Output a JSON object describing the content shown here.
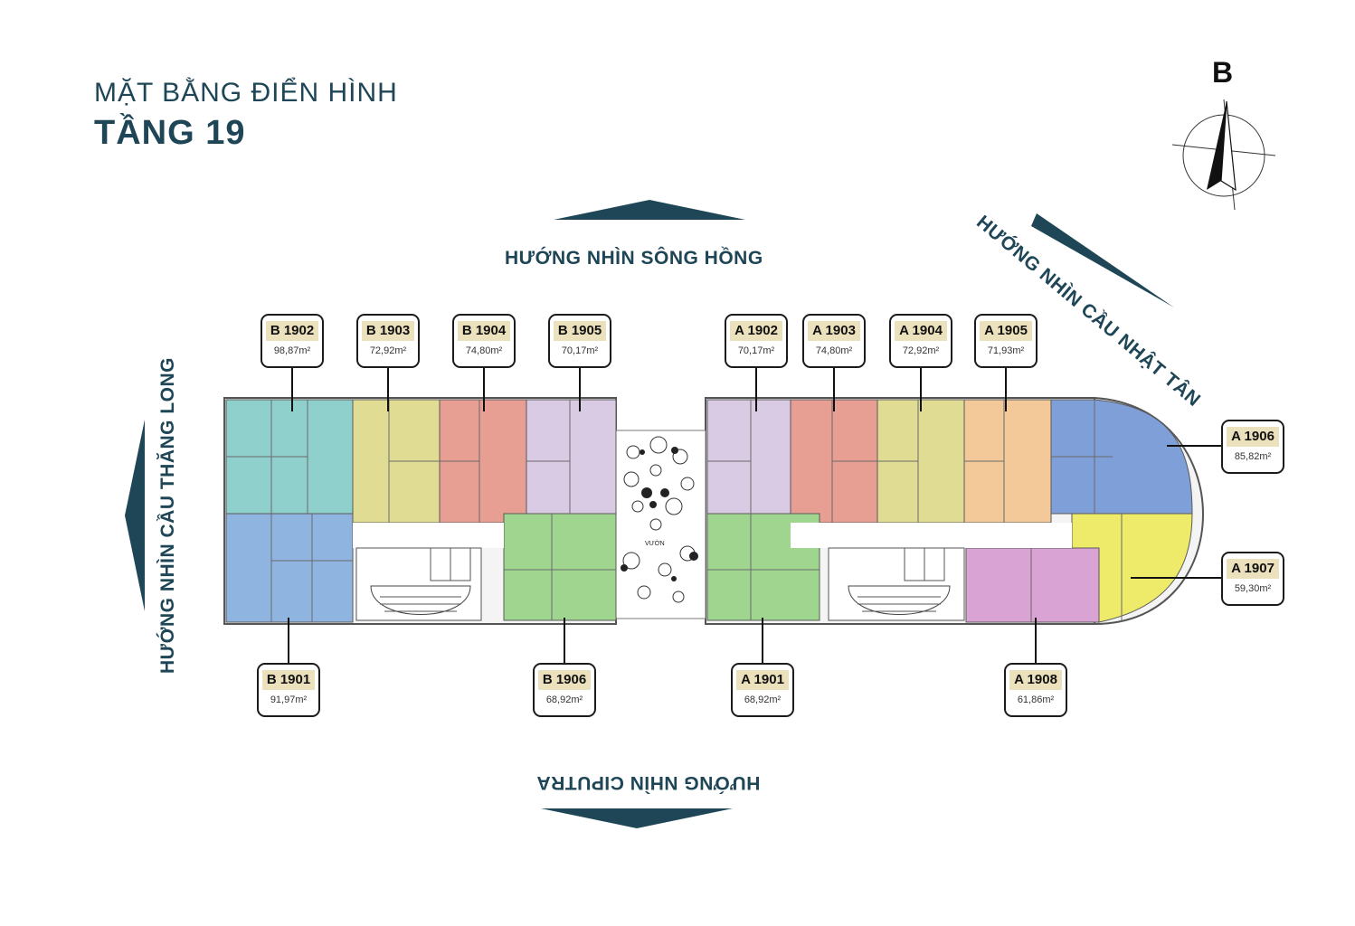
{
  "title": {
    "sub": "MẶT BẰNG ĐIỂN HÌNH",
    "main": "TẦNG 19"
  },
  "compass": {
    "label": "B"
  },
  "directions": {
    "north": "HƯỚNG NHÌN SÔNG HỒNG",
    "south": "HƯỚNG NHÌN CIPUTRA",
    "west": "HƯỚNG NHÌN CẦU THĂNG LONG",
    "northeast": "HƯỚNG NHÌN CẦU NHẬT TÂN"
  },
  "garden_label": "VƯỜN",
  "units": [
    {
      "id": "B 1902",
      "area": "98,87m²",
      "color": "#8fd0cc"
    },
    {
      "id": "B 1903",
      "area": "72,92m²",
      "color": "#e1dc94"
    },
    {
      "id": "B 1904",
      "area": "74,80m²",
      "color": "#e89f93"
    },
    {
      "id": "B 1905",
      "area": "70,17m²",
      "color": "#d8cbe3"
    },
    {
      "id": "A 1902",
      "area": "70,17m²",
      "color": "#d8cbe3"
    },
    {
      "id": "A 1903",
      "area": "74,80m²",
      "color": "#e89f93"
    },
    {
      "id": "A 1904",
      "area": "72,92m²",
      "color": "#e1dc94"
    },
    {
      "id": "A 1905",
      "area": "71,93m²",
      "color": "#f3c99a"
    },
    {
      "id": "A 1906",
      "area": "85,82m²",
      "color": "#7f9fd8"
    },
    {
      "id": "A 1907",
      "area": "59,30m²",
      "color": "#eeeb6a"
    },
    {
      "id": "B 1901",
      "area": "91,97m²",
      "color": "#8fb4e0"
    },
    {
      "id": "B 1906",
      "area": "68,92m²",
      "color": "#9fd58f"
    },
    {
      "id": "A 1901",
      "area": "68,92m²",
      "color": "#9fd58f"
    },
    {
      "id": "A 1908",
      "area": "61,86m²",
      "color": "#d9a3d3"
    }
  ]
}
